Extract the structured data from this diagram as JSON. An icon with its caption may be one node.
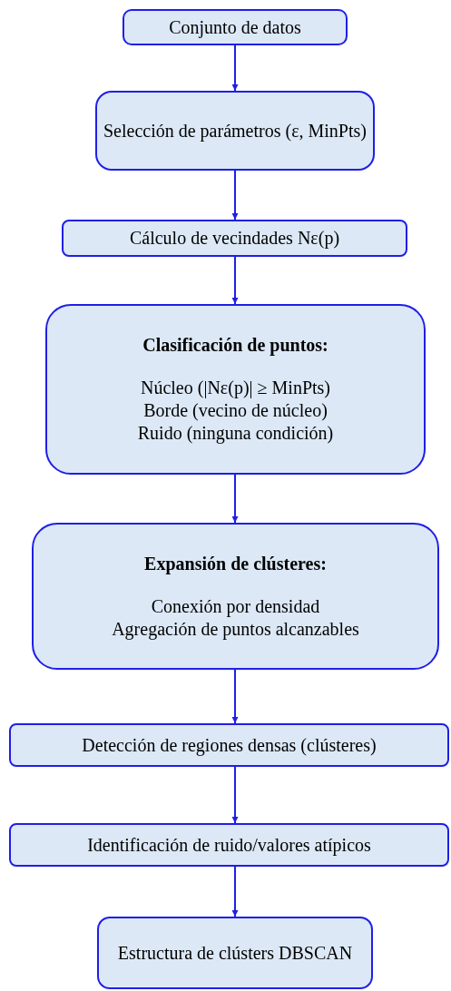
{
  "diagram": {
    "nodes": [
      {
        "text": [
          "Conjunto de datos"
        ]
      },
      {
        "text": [
          "Selección de parámetros (ε, MinPts)"
        ]
      },
      {
        "text": [
          "Cálculo de vecindades Nε(p)"
        ]
      },
      {
        "text": [
          "Clasificación de puntos:",
          "Núcleo (|Nε(p)| ≥ MinPts)",
          "Borde (vecino de núcleo)",
          "Ruido (ninguna condición)"
        ]
      },
      {
        "text": [
          "Expansión de clústeres:",
          "Conexión por densidad",
          "Agregación de puntos alcanzables"
        ]
      },
      {
        "text": [
          "Detección de regiones densas (clústeres)"
        ]
      },
      {
        "text": [
          "Identificación de ruido/valores atípicos"
        ]
      },
      {
        "text": [
          "Estructura de clústers DBSCAN"
        ]
      }
    ],
    "edges": [
      {
        "from": 0,
        "to": 1,
        "arrow": "to"
      },
      {
        "from": 1,
        "to": 2,
        "arrow": "to"
      },
      {
        "from": 2,
        "to": 3,
        "arrow": "to"
      },
      {
        "from": 3,
        "to": 4,
        "arrow": "to"
      },
      {
        "from": 4,
        "to": 5,
        "arrow": "to"
      },
      {
        "from": 5,
        "to": 6,
        "arrow": "to"
      },
      {
        "from": 6,
        "to": 7,
        "arrow": "to"
      }
    ]
  }
}
